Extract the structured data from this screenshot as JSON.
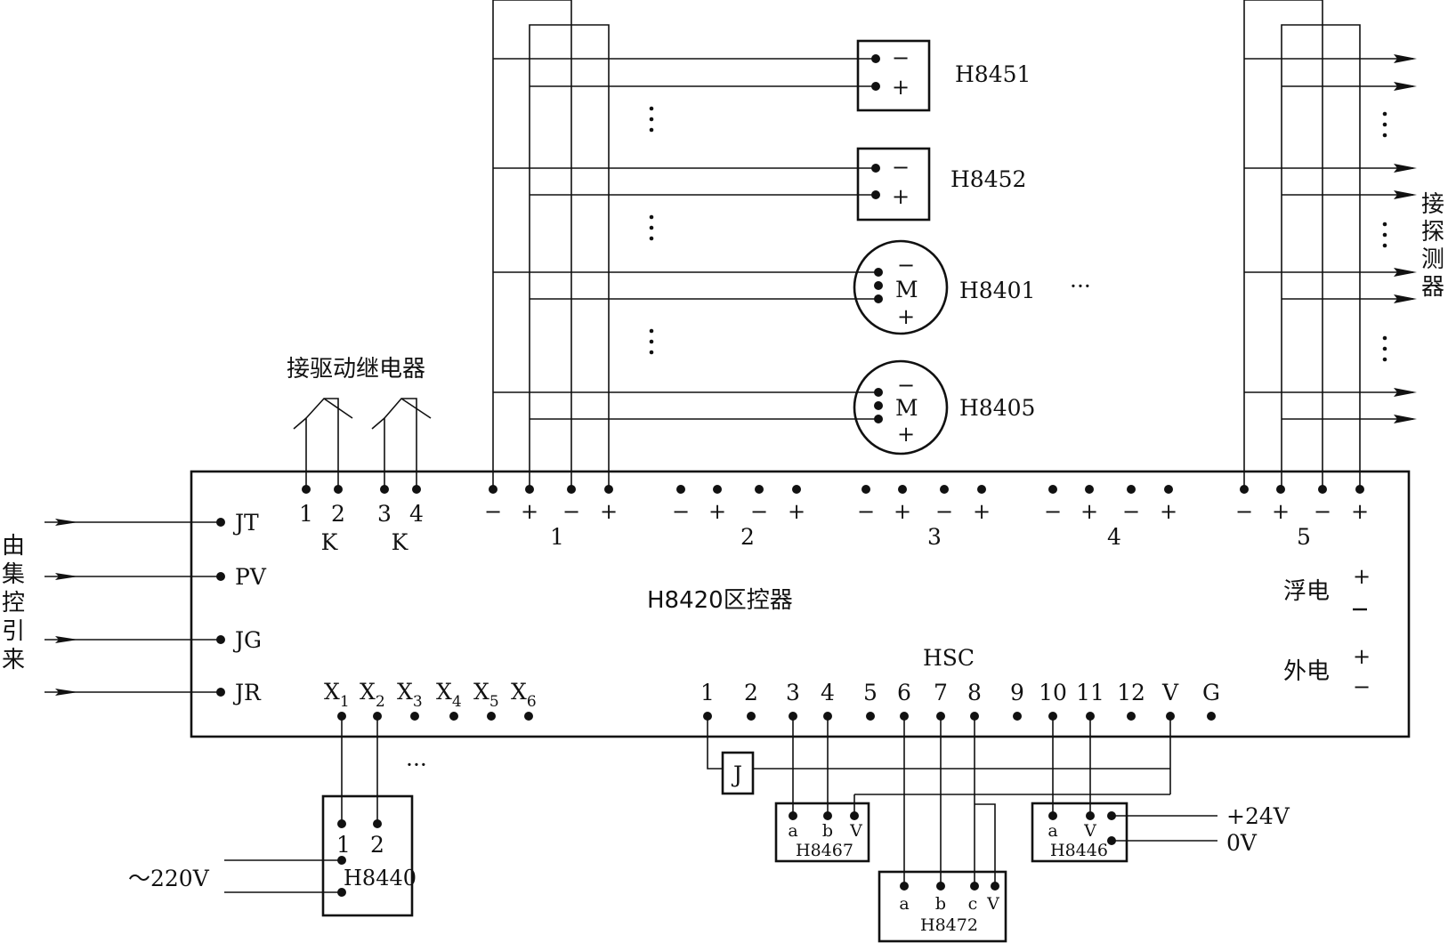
{
  "controller": {
    "title": "H8420区控器",
    "hsc": "HSC",
    "float_power": "浮电",
    "ext_power": "外电",
    "plus": "+",
    "minus": "−",
    "inputs": [
      "JT",
      "PV",
      "JG",
      "JR"
    ],
    "relay_terms": [
      "1",
      "2",
      "3",
      "4"
    ],
    "relay_k": [
      "K",
      "K"
    ],
    "loop_numbers": [
      "1",
      "2",
      "3",
      "4",
      "5"
    ],
    "x_main": [
      "X",
      "X",
      "X",
      "X",
      "X",
      "X"
    ],
    "x_sub": [
      "1",
      "2",
      "3",
      "4",
      "5",
      "6"
    ],
    "hsc_terms": [
      "1",
      "2",
      "3",
      "4",
      "5",
      "6",
      "7",
      "8",
      "9",
      "10",
      "11",
      "12",
      "V",
      "G"
    ]
  },
  "labels": {
    "relay_note": "接驱动继电器",
    "detector_note": "接探测器",
    "city_note": "由集控引来",
    "ellipsis": "···",
    "ac220": "～220V",
    "v24": "+24V",
    "v0": "0V",
    "relay_j": "J"
  },
  "modules": {
    "h8451": "H8451",
    "h8452": "H8452",
    "h8401": "H8401",
    "h8405": "H8405",
    "m": "M",
    "h8440": "H8440",
    "h8440_terms": [
      "1",
      "2"
    ],
    "h8467": "H8467",
    "h8467_terms": [
      "a",
      "b",
      "V"
    ],
    "h8472": "H8472",
    "h8472_terms": [
      "a",
      "b",
      "c",
      "V"
    ],
    "h8446": "H8446",
    "h8446_terms": [
      "a",
      "V"
    ]
  }
}
